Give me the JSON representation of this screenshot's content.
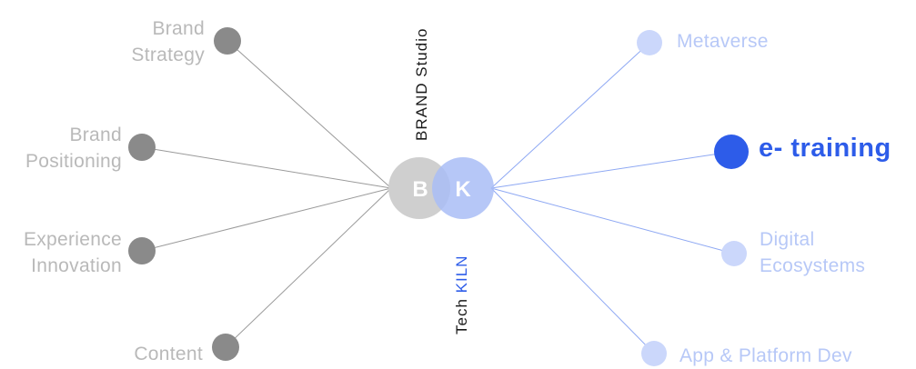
{
  "hub": {
    "left_letter": "B",
    "right_letter": "K",
    "top_caption": "BRAND Studio",
    "bottom_caption_prefix": "Tech ",
    "bottom_caption_accent": "KILN"
  },
  "left_nodes": [
    {
      "line1": "Brand",
      "line2": "Strategy"
    },
    {
      "line1": "Brand",
      "line2": "Positioning"
    },
    {
      "line1": "Experience",
      "line2": "Innovation"
    },
    {
      "line1": "Content",
      "line2": ""
    }
  ],
  "right_nodes": [
    {
      "line1": "Metaverse",
      "line2": ""
    },
    {
      "line1": "e- training",
      "line2": "",
      "active": true
    },
    {
      "line1": "Digital",
      "line2": "Ecosystems"
    },
    {
      "line1": "App & Platform Dev",
      "line2": ""
    }
  ],
  "colors": {
    "grey_node": "#8a8a8a",
    "grey_line": "#9a9a9a",
    "blue_node_faded": "#cbd7fb",
    "blue_active": "#2d5ce9",
    "blue_line": "#8ea8f3",
    "hub_b": "#cfcfcf",
    "hub_k": "#a9bdf6"
  }
}
